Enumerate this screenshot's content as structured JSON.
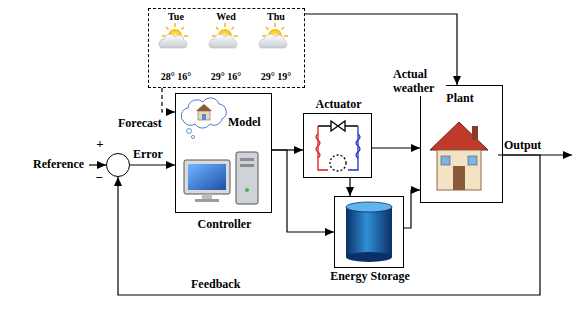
{
  "diagram": {
    "nodes": [
      {
        "text": [
          "Tue",
          "28° 16°",
          "Wed",
          "29° 16°",
          "Thu",
          "29° 19°"
        ]
      },
      {
        "text": [
          "+",
          "−"
        ]
      },
      {
        "text": [
          "Model",
          "Controller"
        ]
      },
      {
        "text": [
          "Actuator"
        ]
      },
      {
        "text": [
          "Energy Storage"
        ]
      },
      {
        "text": [
          "Plant"
        ]
      }
    ],
    "edges": [
      {
        "from": 0,
        "to": 2,
        "label": "Forecast",
        "arrow": "to"
      },
      {
        "from": 0,
        "to": 5,
        "label": "Actual weather",
        "arrow": "to"
      },
      {
        "from": 1,
        "to": 2,
        "label": "Error",
        "arrow": "to"
      },
      {
        "from": 2,
        "to": 3,
        "arrow": "to"
      },
      {
        "from": 2,
        "to": 4,
        "arrow": "to"
      },
      {
        "from": 3,
        "to": 5,
        "arrow": "to"
      },
      {
        "from": 3,
        "to": 4,
        "arrow": "to"
      },
      {
        "from": 4,
        "to": 5,
        "arrow": "to"
      },
      {
        "from": 5,
        "to": 1,
        "label": "Feedback",
        "arrow": "to"
      }
    ],
    "labels": [
      "Reference",
      "Output"
    ]
  }
}
